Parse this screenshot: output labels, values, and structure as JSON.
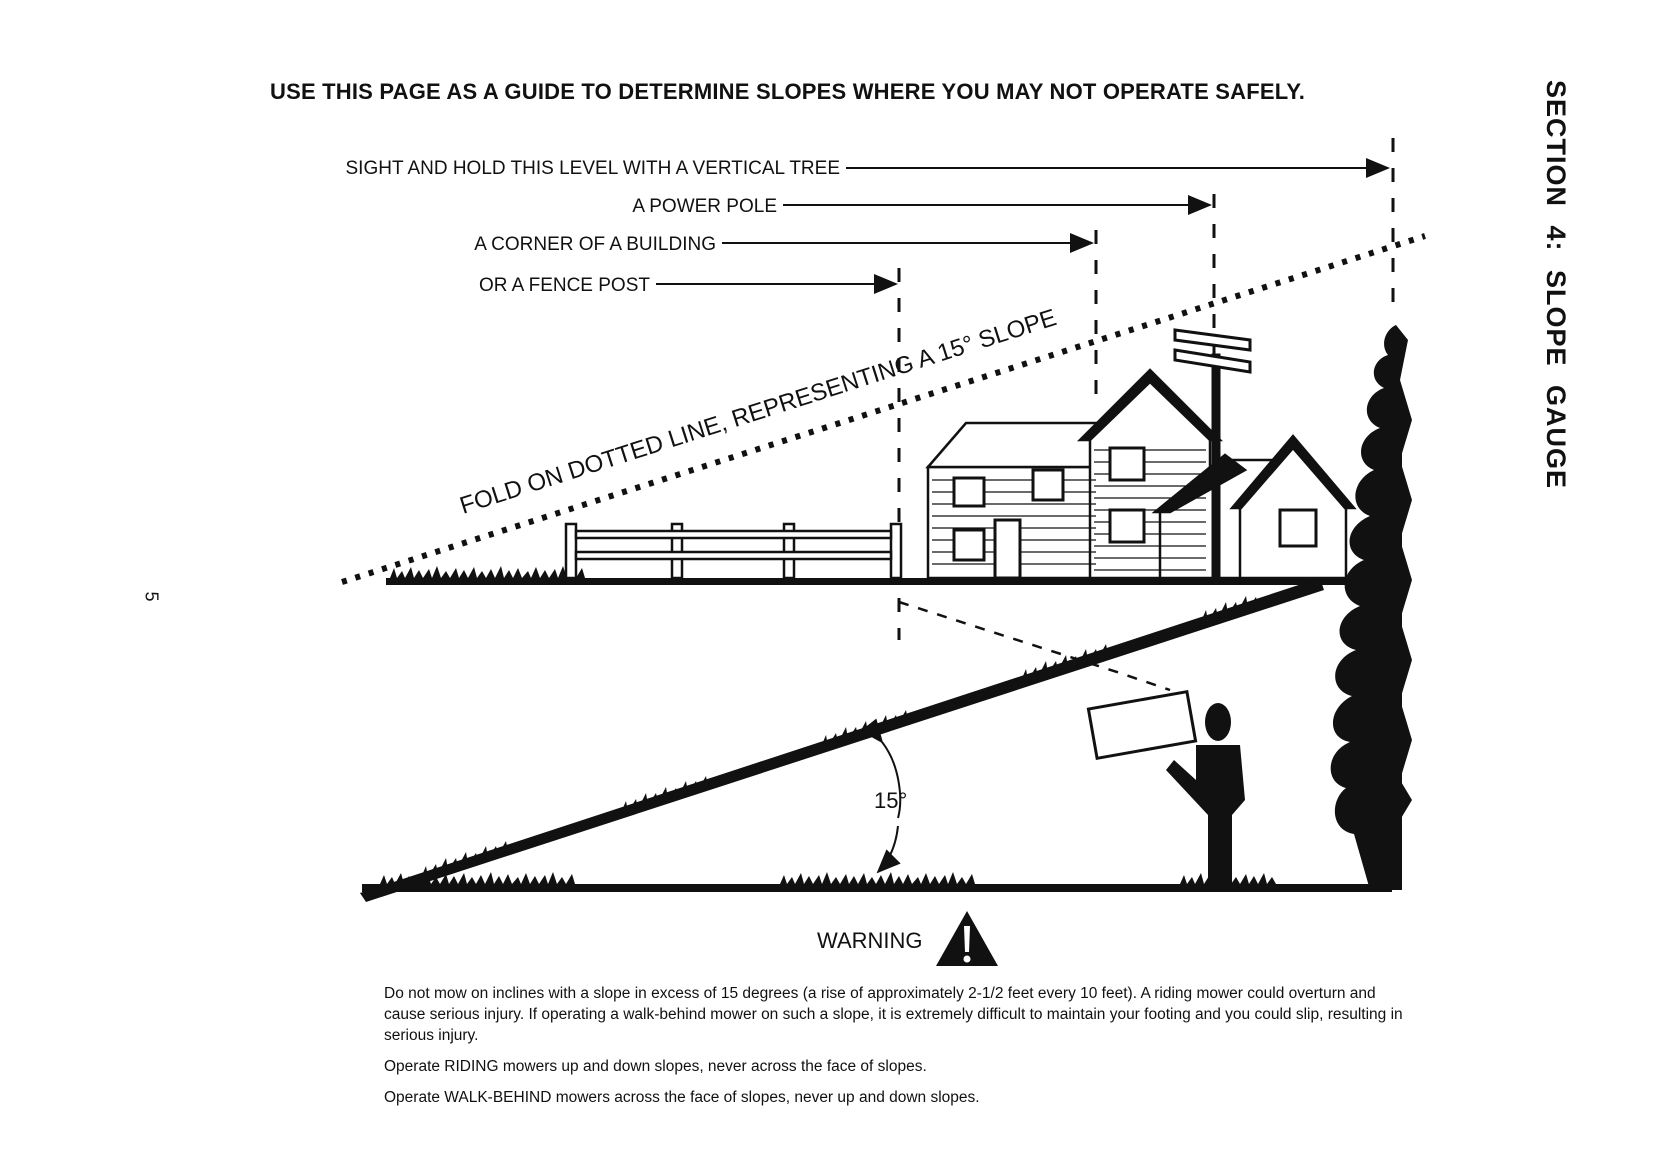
{
  "page_number": "5",
  "section_title": "SECTION 4:  SLOPE GAUGE",
  "headline": "USE THIS PAGE AS A GUIDE TO DETERMINE SLOPES WHERE YOU MAY NOT OPERATE SAFELY.",
  "sight_labels": {
    "tree": "SIGHT AND HOLD THIS LEVEL WITH A VERTICAL TREE",
    "pole": "A POWER POLE",
    "building": "A CORNER OF A BUILDING",
    "fence": "OR A FENCE POST"
  },
  "fold_label": "FOLD ON DOTTED LINE, REPRESENTING A 15° SLOPE",
  "angle_label": "15°",
  "warning": {
    "label": "WARNING",
    "paragraphs": [
      "Do not mow on inclines with a slope in excess of 15 degrees (a rise of approximately 2-1/2 feet every 10 feet). A riding mower could overturn and cause serious injury. If operating a walk-behind mower on such a slope, it is extremely difficult to maintain your footing and you could slip, resulting in serious injury.",
      "Operate RIDING mowers up and down slopes, never across the face of slopes.",
      "Operate WALK-BEHIND mowers across the face of slopes, never up and down slopes."
    ]
  }
}
